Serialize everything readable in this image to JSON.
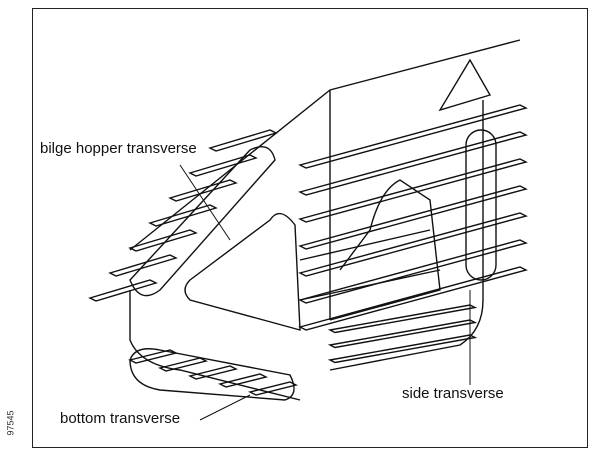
{
  "figure": {
    "id": "97545",
    "labels": {
      "bilge_hopper": "bilge hopper transverse",
      "side": "side transverse",
      "bottom": "bottom transverse"
    }
  }
}
